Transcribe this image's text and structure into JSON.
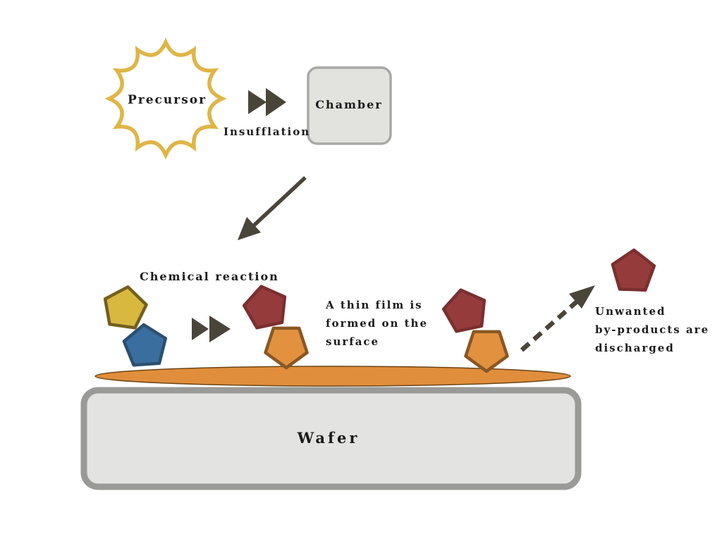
{
  "labels": {
    "precursor": "Precursor",
    "insufflation": "Insufflation",
    "chamber": "Chamber",
    "chemical_reaction": "Chemical reaction",
    "thin_film": [
      "A thin film is",
      "formed on the",
      "surface"
    ],
    "byproducts": [
      "Unwanted",
      "by-products are",
      "discharged"
    ],
    "wafer": "Wafer"
  },
  "colors": {
    "starburst_gold": "#DFB545",
    "yellow_pentagon": "#D9B840",
    "yellow_outline": "#73601F",
    "blue_pentagon": "#3A6E9E",
    "blue_outline": "#2B5071",
    "maroon_pentagon": "#963B3B",
    "maroon_outline": "#7B2F2F",
    "orange_pentagon": "#E2913F",
    "orange_outline": "#8A5724",
    "film_orange": "#E08E3C",
    "film_outline": "#6B4515",
    "arrow_dark": "#4A4539",
    "box_fill": "#E2E2DF",
    "box_border": "#A8A8A6",
    "wafer_fill": "#E3E3E1",
    "wafer_border": "#9A9A98"
  }
}
